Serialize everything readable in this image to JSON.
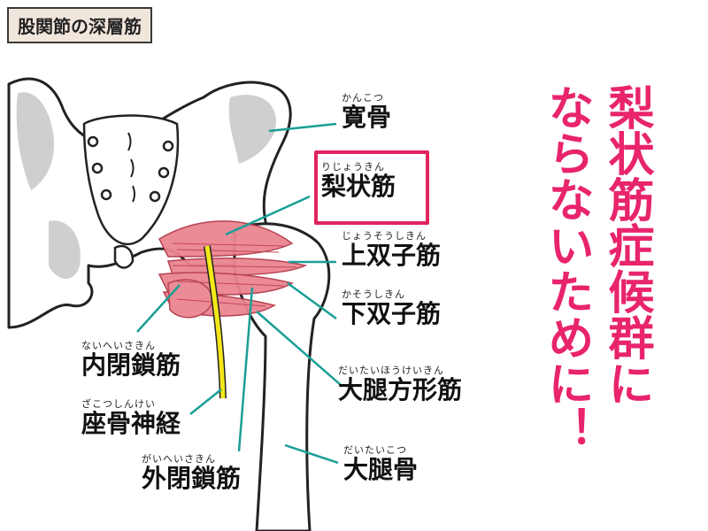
{
  "title": "股関節の深層筋",
  "labels": {
    "kankotsu": {
      "ruby": "かんこつ",
      "text": "寛骨"
    },
    "rijoukin": {
      "ruby": "りじょうきん",
      "text": "梨状筋"
    },
    "jousoushikin": {
      "ruby": "じょうそうしきん",
      "text": "上双子筋"
    },
    "kasoushikin": {
      "ruby": "かそうしきん",
      "text": "下双子筋"
    },
    "naiheisakin": {
      "ruby": "ないへいさきん",
      "text": "内閉鎖筋"
    },
    "zakotsushinkei": {
      "ruby": "ざこつしんけい",
      "text": "座骨神経"
    },
    "daitaihoukeikin": {
      "ruby": "だいたいほうけいきん",
      "text": "大腿方形筋"
    },
    "daitaikotsu": {
      "ruby": "だいたいこつ",
      "text": "大腿骨"
    },
    "gaiheisakin": {
      "ruby": "がいへいさきん",
      "text": "外閉鎖筋"
    }
  },
  "headline": {
    "line1": "梨状筋症候群に",
    "line2": "ならないために！"
  },
  "colors": {
    "accent": "#e8246c",
    "leader": "#1a9e96",
    "muscle": "#e97a84",
    "nerve": "#f4e81a",
    "bone_shadow": "#cfcfcf"
  }
}
